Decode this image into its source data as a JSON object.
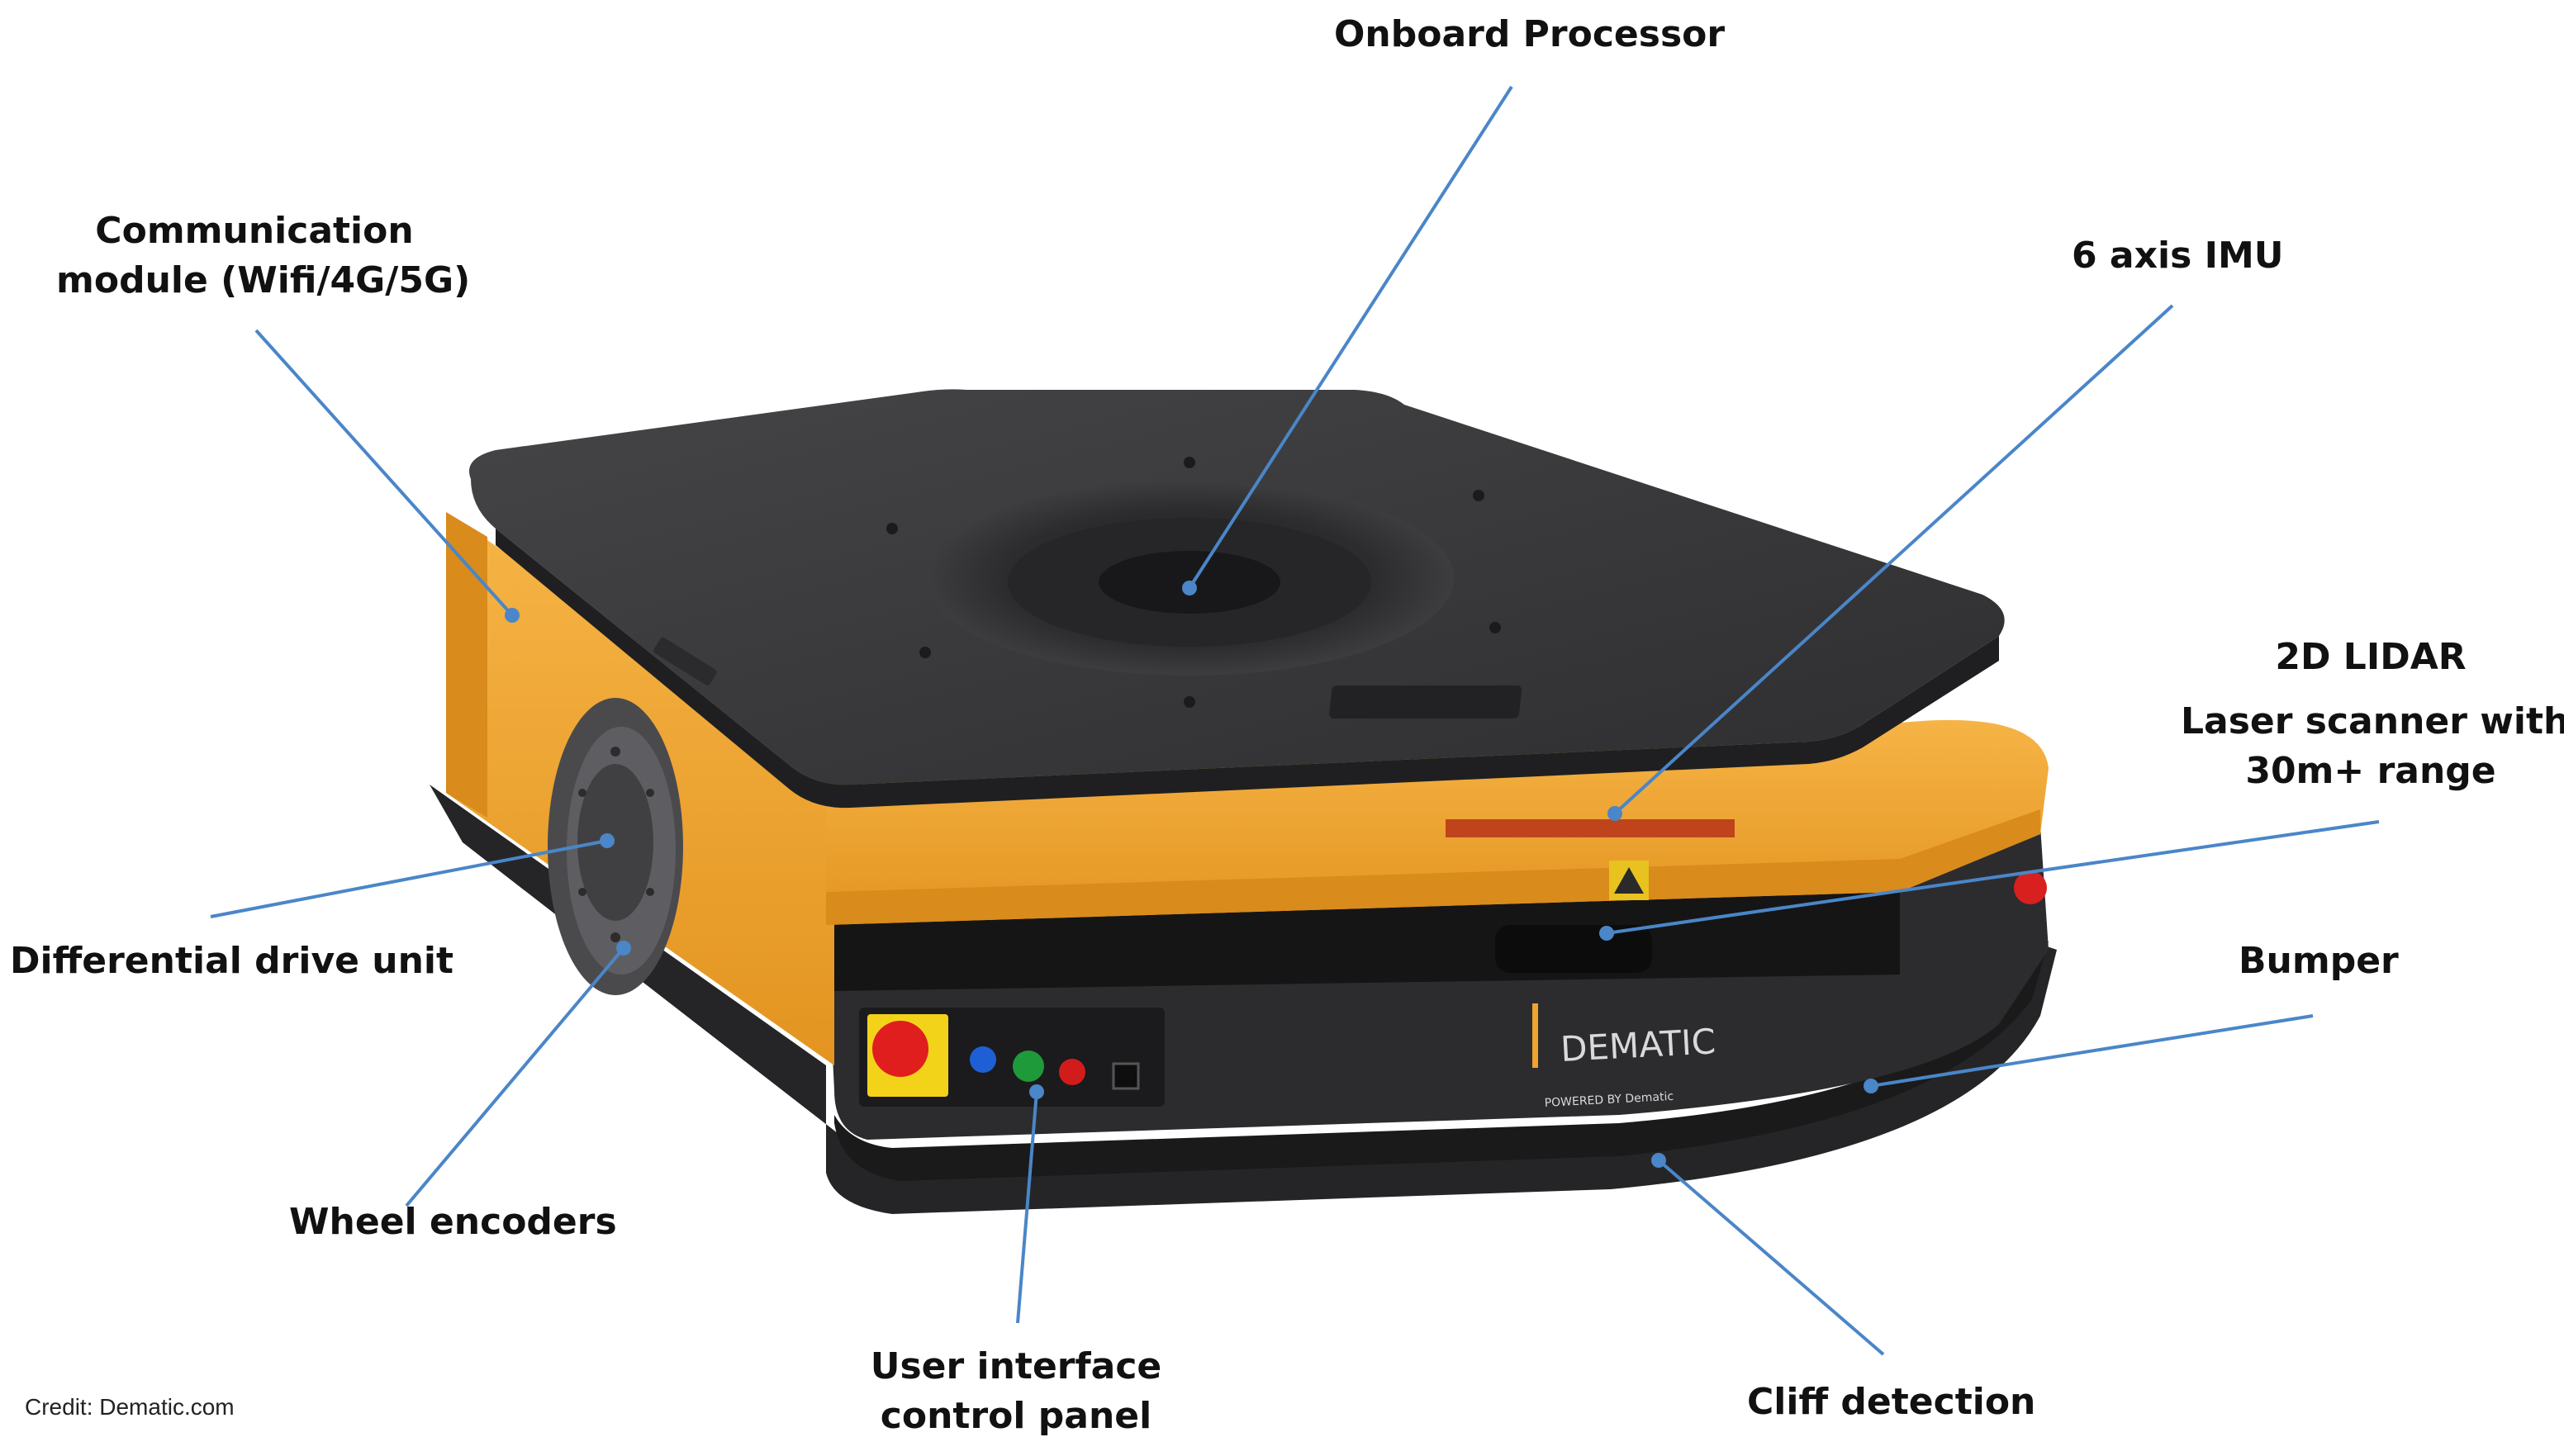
{
  "callouts": {
    "onboard_processor": [
      "Onboard Processor"
    ],
    "communication_module": [
      "Communication",
      "module (Wifi/4G/5G)"
    ],
    "imu": [
      "6 axis IMU"
    ],
    "lidar": [
      "2D LIDAR",
      "Laser scanner with",
      "30m+ range"
    ],
    "differential_drive": [
      "Differential drive unit"
    ],
    "bumper": [
      "Bumper"
    ],
    "wheel_encoders": [
      "Wheel encoders"
    ],
    "user_interface": [
      "User interface",
      "control panel"
    ],
    "cliff_detection": [
      "Cliff detection"
    ]
  },
  "brand": {
    "name": "DEMATIC",
    "sub": "POWERED BY Dematic"
  },
  "credit": "Credit: Dematic.com",
  "colors": {
    "leader_line": "#4a86c8",
    "body_orange": "#f0a32e",
    "top_plate": "#3a3a3c",
    "base_dark": "#262628",
    "estop_red": "#e01e1e",
    "estop_yellow": "#f3d21a",
    "button_blue": "#1f5fd6",
    "button_green": "#1f9a3a",
    "button_red": "#d21c1c"
  }
}
